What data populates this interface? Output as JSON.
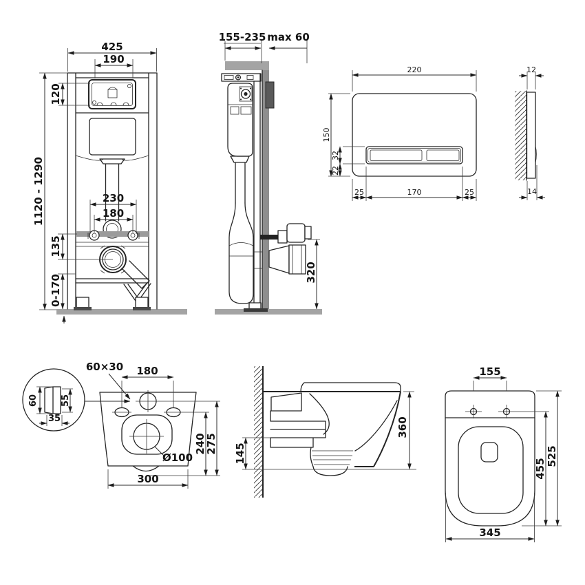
{
  "frame_front": {
    "overall_width": "425",
    "opening_width": "190",
    "box_height": "120",
    "height_range": "1120 - 1290",
    "rod_spacing": "230",
    "bolt_spacing": "180",
    "outlet_offset": "135",
    "feet_range": "0-170"
  },
  "frame_side": {
    "depth_range": "155-235",
    "wall_max": "max 60",
    "outlet_height": "320"
  },
  "plate_front": {
    "width": "220",
    "height": "150",
    "cutout_height": "32",
    "cutout_bottom": "22",
    "margin_left": "25",
    "cutout_width": "170",
    "margin_right": "25"
  },
  "plate_side": {
    "thickness": "12",
    "thickness_total": "14"
  },
  "bowl_back": {
    "slot_size": "60×30",
    "hole_spacing": "180",
    "slot_front": "60",
    "slot_back": "55",
    "slot_depth": "35",
    "holes_to_front": "240",
    "inlet_to_front": "275",
    "outlet_dia": "Ø100",
    "width": "300"
  },
  "bowl_side": {
    "outlet_height": "145",
    "height": "360"
  },
  "bowl_plan": {
    "hinge_spacing": "155",
    "inner_depth": "455",
    "depth": "525",
    "width": "345"
  },
  "colors": {
    "line": "#242424",
    "floor_gray": "#a4a4a4",
    "wall_gray": "#8e8e8e",
    "rail_gray": "#9b9b9b",
    "panel_dark": "#5a5a5a"
  }
}
